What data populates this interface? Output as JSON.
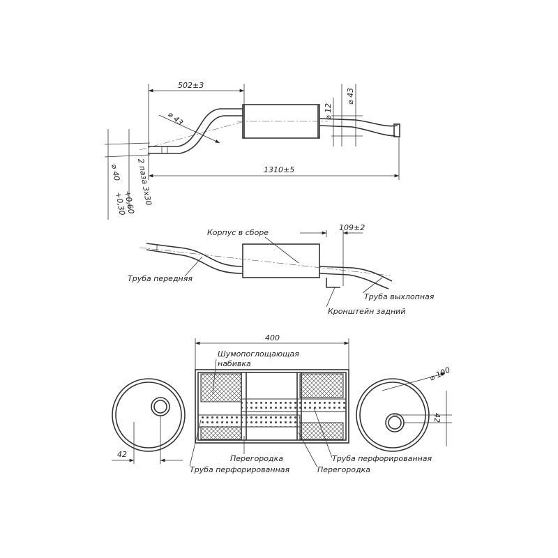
{
  "top_view": {
    "dim_length_to_body": "502±3",
    "dim_pipe_diameter_left": "⌀ 43",
    "dim_bracket_diameter": "⌀ 12",
    "dim_pipe_diameter_right": "⌀ 43",
    "dim_total_length": "1310±5",
    "dim_slots": "2 паза 3х30",
    "dim_inlet_diameter": "⌀ 40",
    "dim_inlet_tol_upper": "+0,60",
    "dim_inlet_tol_lower": "+0,30"
  },
  "assembly_view": {
    "label_body": "Корпус в сборе",
    "dim_bracket_offset": "109±2",
    "label_front_pipe": "Труба передняя",
    "label_exhaust_pipe": "Труба выхлопная",
    "label_rear_bracket": "Кронштейн задний"
  },
  "section_view": {
    "dim_body_length": "400",
    "label_packing_line1": "Шумопоглощающая",
    "label_packing_line2": "набивка",
    "dim_body_diameter": "⌀ 190",
    "dim_left_offset": "42",
    "dim_right_offset": "42",
    "label_baffle_1": "Перегородка",
    "label_perf_pipe_1": "Труба перфорированная",
    "label_perf_pipe_2": "Труба перфорированная",
    "label_baffle_2": "Перегородка"
  }
}
